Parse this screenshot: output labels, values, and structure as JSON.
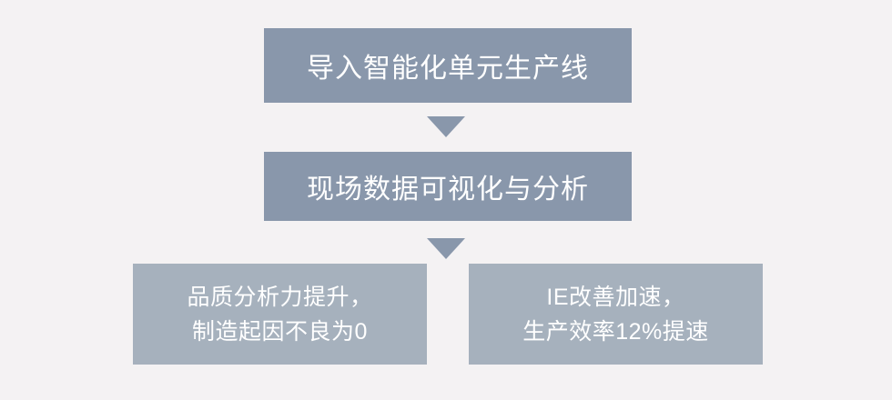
{
  "diagram": {
    "title": "",
    "background_color": "#f4f2f3",
    "node_color_primary": "#8997ab",
    "node_color_outcome": "#a6b1bd",
    "text_color": "#ffffff",
    "nodes": {
      "import_line": {
        "label": "导入智能化单元生产线"
      },
      "visualize": {
        "label": "现场数据可视化与分析"
      },
      "quality_outcome": {
        "line1": "品质分析力提升，",
        "line2": "制造起因不良为0"
      },
      "ie_outcome": {
        "line1": "IE改善加速，",
        "line2": "生产效率12%提速"
      }
    },
    "connectors": [
      {
        "name": "arrow-down-1",
        "icon": "triangle-down-icon",
        "color": "#8997ab"
      },
      {
        "name": "arrow-down-2",
        "icon": "triangle-down-icon",
        "color": "#8997ab"
      }
    ]
  }
}
